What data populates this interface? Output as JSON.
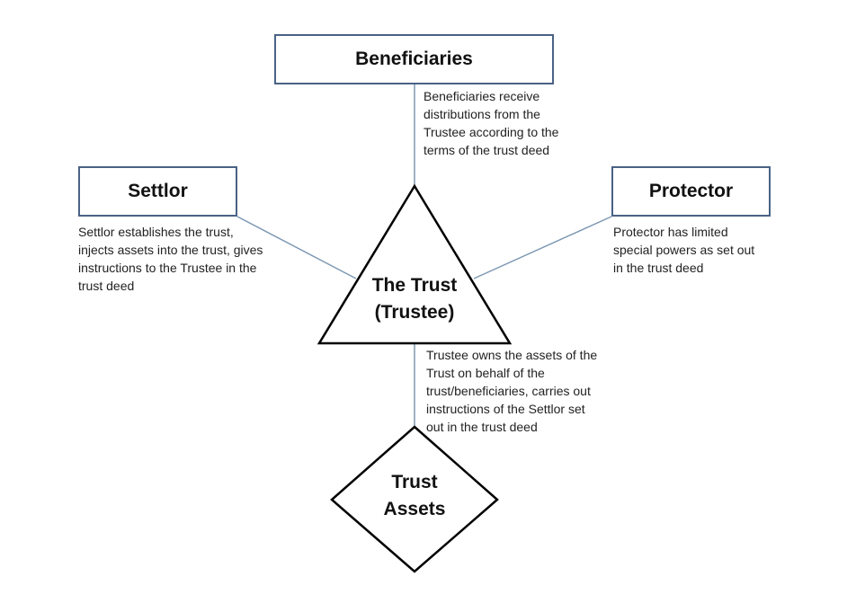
{
  "title": "Trust structure diagram",
  "nodes": {
    "beneficiaries": {
      "label": "Beneficiaries",
      "description": [
        "Beneficiaries receive",
        "distributions from the",
        "Trustee according to the",
        "terms of the trust deed"
      ]
    },
    "settlor": {
      "label": "Settlor",
      "description": [
        "Settlor establishes the trust,",
        "injects assets into the trust, gives",
        "instructions to the Trustee in the",
        "trust deed"
      ]
    },
    "protector": {
      "label": "Protector",
      "description": [
        "Protector has limited",
        "special powers as set out",
        "in the trust deed"
      ]
    },
    "trust": {
      "label_line1": "The Trust",
      "label_line2": "(Trustee)",
      "description": [
        "Trustee owns the assets of the",
        "Trust on behalf of the",
        "trust/beneficiaries, carries out",
        "instructions of the Settlor set",
        "out in the trust deed"
      ]
    },
    "assets": {
      "label_line1": "Trust",
      "label_line2": "Assets"
    }
  },
  "edges": [
    {
      "from": "beneficiaries",
      "to": "trust"
    },
    {
      "from": "settlor",
      "to": "trust"
    },
    {
      "from": "protector",
      "to": "trust"
    },
    {
      "from": "trust",
      "to": "assets"
    }
  ],
  "colors": {
    "box_border": "#4a6285",
    "connector": "#6f8fb0",
    "shape_stroke": "#000000"
  }
}
